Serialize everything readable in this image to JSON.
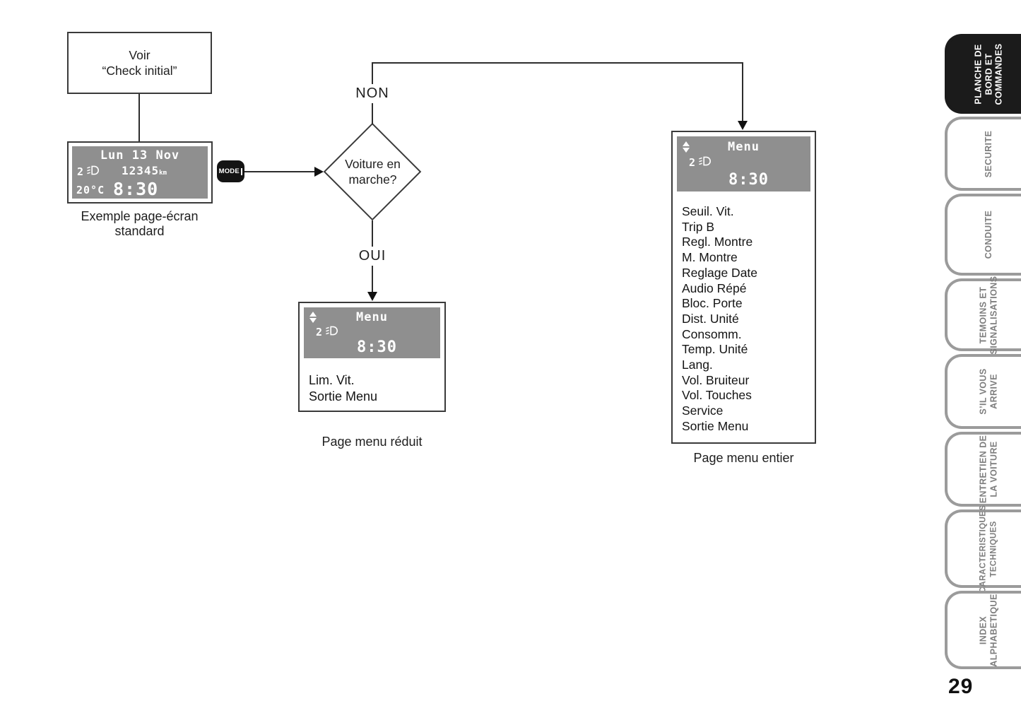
{
  "page": {
    "number": "29"
  },
  "colors": {
    "lcd_background": "#8f8f8f",
    "lcd_text": "#ffffff",
    "line": "#2d2d2d",
    "active_tab_background": "#1b1b1b",
    "inactive_tab_border": "#9b9b9b",
    "inactive_tab_text": "#7e7e7e"
  },
  "icons": {
    "updown": "scroll-up-down-arrows",
    "low_beam": "low-beam-headlight",
    "mode_indicator": "vertical-bar"
  },
  "flowchart": {
    "start_box": {
      "line1": "Voir",
      "line2": "“Check initial”"
    },
    "standard_screen": {
      "date": "Lun 13 Nov",
      "gear": "2",
      "odometer": "12345",
      "odometer_unit": "km",
      "temperature": "20°C",
      "time": "8:30",
      "caption_line1": "Exemple page-écran",
      "caption_line2": "standard"
    },
    "mode_button": {
      "label": "MODE"
    },
    "decision": {
      "line1": "Voiture en",
      "line2": "marche?"
    },
    "no_label": "NON",
    "yes_label": "OUI",
    "reduced_menu": {
      "title": "Menu",
      "gear": "2",
      "time": "8:30",
      "items": [
        "Lim. Vit.",
        "Sortie Menu"
      ],
      "caption": "Page menu réduit"
    },
    "full_menu": {
      "title": "Menu",
      "gear": "2",
      "time": "8:30",
      "items": [
        "Seuil. Vit.",
        "Trip B",
        "Regl. Montre",
        "M. Montre",
        "Reglage Date",
        "Audio Répé",
        "Bloc. Porte",
        "Dist. Unité",
        "Consomm.",
        "Temp. Unité",
        "Lang.",
        "Vol. Bruiteur",
        "Vol. Touches",
        "Service",
        "Sortie Menu"
      ],
      "caption": "Page menu entier"
    }
  },
  "sidebar": {
    "tabs": [
      {
        "lines": [
          "PLANCHE DE",
          "BORD ET",
          "COMMANDES"
        ],
        "active": true
      },
      {
        "lines": [
          "SECURITE"
        ]
      },
      {
        "lines": [
          "CONDUITE"
        ]
      },
      {
        "lines": [
          "TEMOINS ET",
          "SIGNALISATIONS"
        ]
      },
      {
        "lines": [
          "S’IL VOUS",
          "ARRIVE"
        ]
      },
      {
        "lines": [
          "ENTRETIEN DE",
          "LA VOITURE"
        ]
      },
      {
        "lines": [
          "CARACTERISTIQUES",
          "TECHNIQUES"
        ]
      },
      {
        "lines": [
          "INDEX",
          "ALPHABETIQUE"
        ]
      }
    ]
  }
}
